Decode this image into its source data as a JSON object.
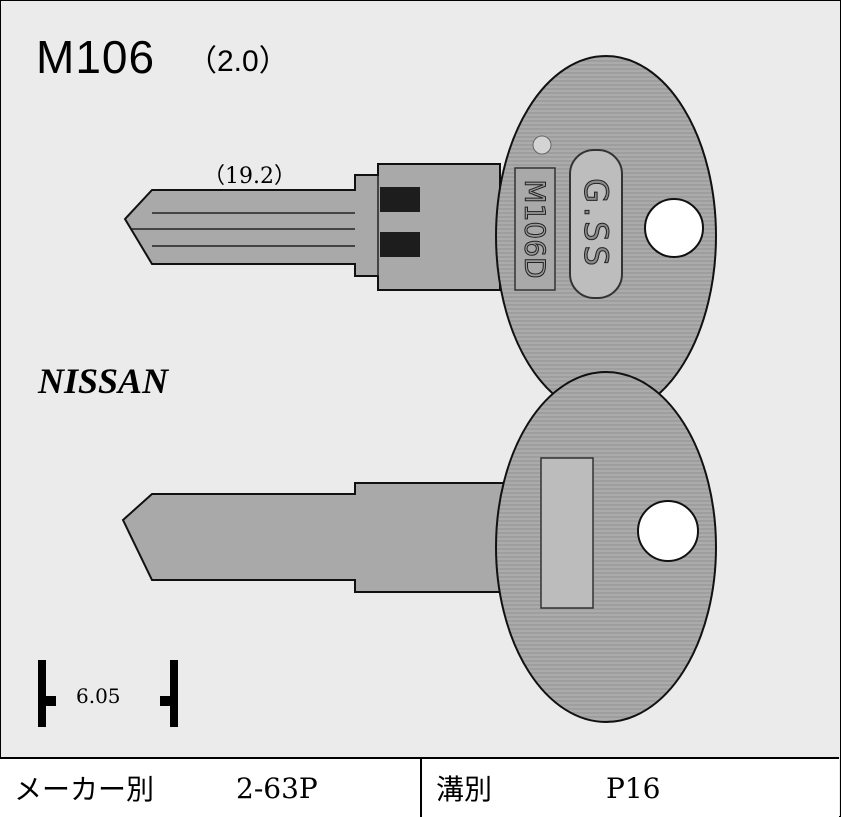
{
  "header": {
    "model": "M106",
    "thickness": "（2.0）"
  },
  "dimensions": {
    "blade_length": "（19.2）",
    "width": "6.05"
  },
  "brand": {
    "maker": "NISSAN",
    "head_stamp": "G.SS",
    "head_code": "M106D"
  },
  "footer": {
    "maker_label": "メーカー別",
    "maker_value": "2-63P",
    "groove_label": "溝別",
    "groove_value": "P16"
  },
  "colors": {
    "key_fill": "#a9a9a9",
    "key_stroke": "#111111",
    "background": "#ebebeb"
  }
}
